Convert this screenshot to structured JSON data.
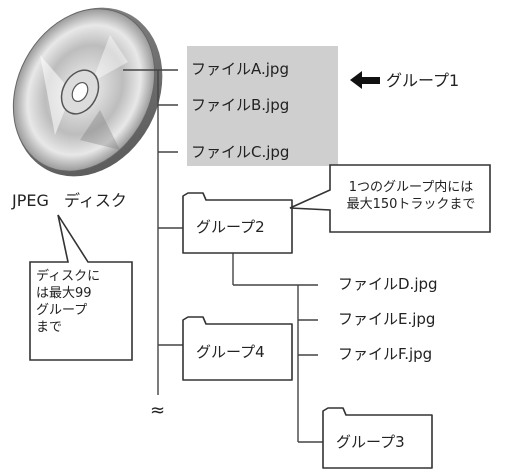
{
  "disc": {
    "label": "JPEG ディスク",
    "callout": "ディスクに\nは最大99\nグループ\nまで"
  },
  "group1": {
    "files": [
      "ファイルA.jpg",
      "ファイルB.jpg",
      "ファイルC.jpg"
    ],
    "marker": "グループ1",
    "arrow_icon": "left-arrow-icon"
  },
  "group2": {
    "label": "グループ2",
    "callout": "1つのグループ内には\n最大150トラックまで",
    "files": [
      "ファイルD.jpg",
      "ファイルE.jpg",
      "ファイルF.jpg"
    ]
  },
  "group3": {
    "label": "グループ3"
  },
  "group4": {
    "label": "グループ4"
  },
  "continuation_symbol": "≈",
  "colors": {
    "highlight": "#cfcfcf",
    "line": "#444444",
    "folder_fill": "#ffffff"
  }
}
